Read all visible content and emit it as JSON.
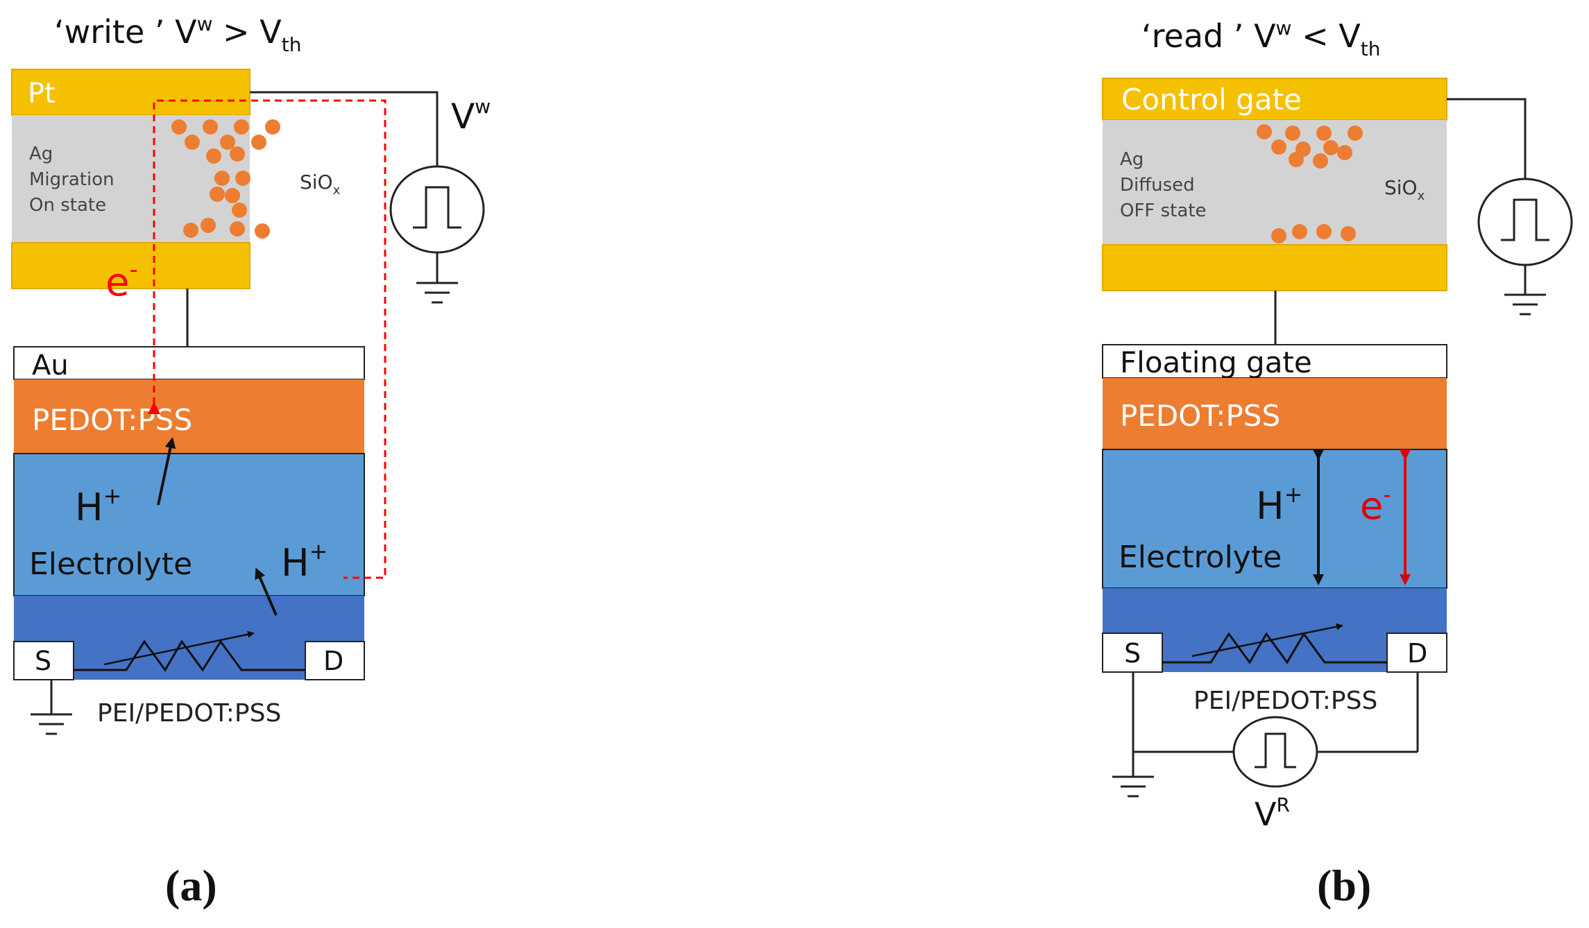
{
  "panel_a": {
    "title": {
      "main": "‘write ’ V",
      "sup": "w",
      "rel": " > V",
      "sub": "th"
    },
    "top_electrode": "Pt",
    "switch_label": [
      "Ag",
      "Migration",
      "On state"
    ],
    "oxide": {
      "main": "SiO",
      "sub": "x"
    },
    "pulse_label": {
      "main": "V",
      "sup": "w"
    },
    "electron": {
      "main": "e",
      "sup": "-"
    },
    "gate_electrode": "Au",
    "channel_layer": "PEDOT:PSS",
    "ion_1": {
      "main": "H",
      "sup": "+"
    },
    "ion_2": {
      "main": "H",
      "sup": "+"
    },
    "electrolyte": "Electrolyte",
    "source": "S",
    "drain": "D",
    "substrate": "PEI/PEDOT:PSS",
    "caption": "(a)"
  },
  "panel_b": {
    "title": {
      "main": "‘read ’ V",
      "sup": "w",
      "rel": " < V",
      "sub": "th"
    },
    "top_electrode": "Control gate",
    "switch_label": [
      "Ag",
      "Diffused",
      "OFF state"
    ],
    "oxide": {
      "main": "SiO",
      "sub": "x"
    },
    "gate_electrode": "Floating gate",
    "channel_layer": "PEDOT:PSS",
    "ion": {
      "main": "H",
      "sup": "+"
    },
    "electron": {
      "main": "e",
      "sup": "-"
    },
    "electrolyte": "Electrolyte",
    "source": "S",
    "drain": "D",
    "substrate": "PEI/PEDOT:PSS",
    "read_pulse": {
      "main": "V",
      "sup": "R"
    },
    "caption": "(b)"
  },
  "colors": {
    "electrode": "#F5C000",
    "oxide": "#D3D3D3",
    "pedot": "#ED7D31",
    "electrolyte": "#5B9BD5",
    "substrate": "#4472C4",
    "particle": "#ED7D31",
    "electron_path": "#FF0000",
    "wire": "#222222"
  }
}
